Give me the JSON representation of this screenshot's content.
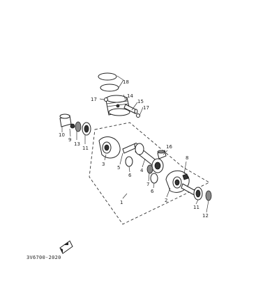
{
  "diagram": {
    "figure_code": "3V6700-2020",
    "callouts": {
      "p1": "1",
      "p2": "2",
      "p3": "3",
      "p4": "4",
      "p5": "5",
      "p6a": "6",
      "p6b": "6",
      "p7": "7",
      "p8": "8",
      "p9": "9",
      "p10": "10",
      "p11a": "11",
      "p11b": "11",
      "p12": "12",
      "p13": "13",
      "p14": "14",
      "p15": "15",
      "p16": "16",
      "p17a": "17",
      "p17b": "17",
      "p18": "18"
    }
  }
}
